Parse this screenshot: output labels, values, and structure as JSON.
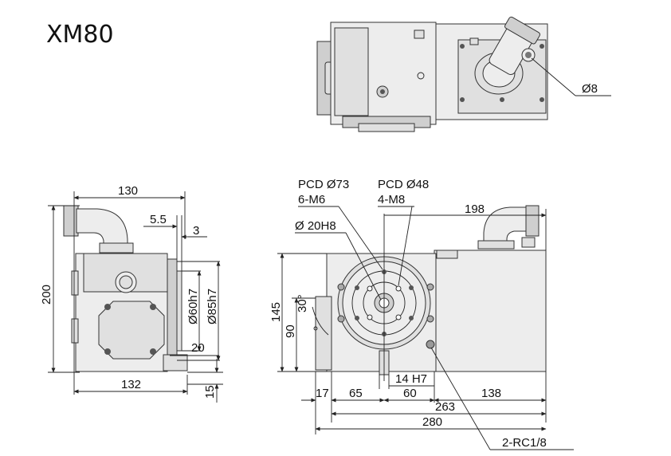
{
  "title": "XM80",
  "top_view": {
    "port_label": "Ø8"
  },
  "side_view": {
    "dims": {
      "d130": "130",
      "d5_5": "5.5",
      "d3": "3",
      "d200": "200",
      "d60": "Ø60h7",
      "d85": "Ø85h7",
      "d20": "20",
      "d132": "132",
      "d15": "15"
    }
  },
  "front_view": {
    "pcd73": "PCD Ø73",
    "m6": "6-M6",
    "pcd48": "PCD Ø48",
    "m8": "4-M8",
    "bore": "Ø 20H8",
    "angle": "30°",
    "dims": {
      "d198": "198",
      "d145": "145",
      "d90": "90",
      "d14": "14 H7",
      "d17": "17",
      "d65": "65",
      "d60": "60",
      "d138": "138",
      "d263": "263",
      "d280": "280"
    },
    "rc_label": "2-RC1/8"
  }
}
